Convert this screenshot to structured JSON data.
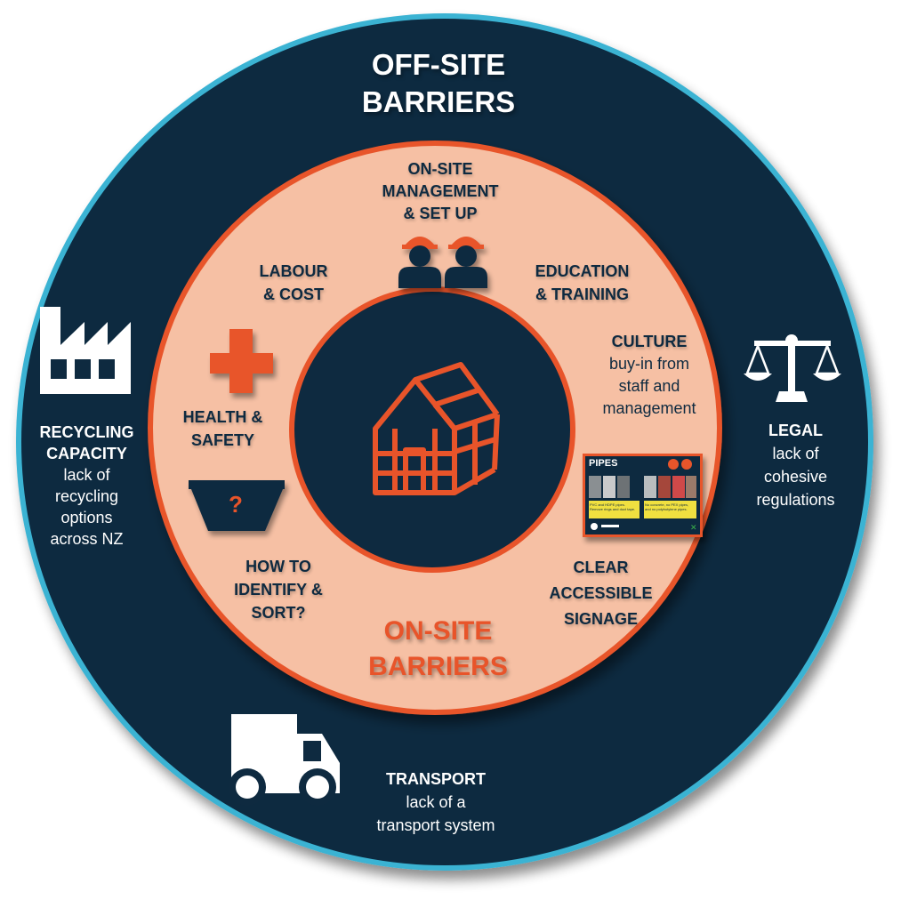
{
  "outer": {
    "title_line1": "OFF-SITE",
    "title_line2": "BARRIERS",
    "recycling": {
      "title_line1": "RECYCLING",
      "title_line2": "CAPACITY",
      "desc_line1": "lack of",
      "desc_line2": "recycling",
      "desc_line3": "options",
      "desc_line4": "across NZ",
      "icon": "factory-icon"
    },
    "legal": {
      "title": "LEGAL",
      "desc_line1": "lack of",
      "desc_line2": "cohesive",
      "desc_line3": "regulations",
      "icon": "scales-icon"
    },
    "transport": {
      "title": "TRANSPORT",
      "desc_line1": "lack of a",
      "desc_line2": "transport system",
      "icon": "truck-icon"
    }
  },
  "inner": {
    "title_line1": "ON-SITE",
    "title_line2": "BARRIERS",
    "management": {
      "line1": "ON-SITE",
      "line2": "MANAGEMENT",
      "line3": "& SET UP",
      "icon": "workers-icon"
    },
    "labour": {
      "line1": "LABOUR",
      "line2": "& COST"
    },
    "education": {
      "line1": "EDUCATION",
      "line2": "& TRAINING"
    },
    "culture": {
      "title": "CULTURE",
      "desc_line1": "buy-in from",
      "desc_line2": "staff and",
      "desc_line3": "management"
    },
    "health": {
      "line1": "HEALTH &",
      "line2": "SAFETY",
      "icon": "medical-cross-icon"
    },
    "identify": {
      "line1": "HOW TO",
      "line2": "IDENTIFY &",
      "line3": "SORT?",
      "icon": "skip-bin-icon",
      "icon_mark": "?"
    },
    "signage": {
      "line1": "CLEAR",
      "line2": "ACCESSIBLE",
      "line3": "SIGNAGE",
      "icon": "sign-icon"
    },
    "center_icon": "house-frame-icon"
  },
  "sign": {
    "title": "PIPES",
    "yes_text_1": "PVC and HDPE pipes.",
    "yes_text_2": "Remove rings and duct tape.",
    "no_text_1": "No concrete, no PEX pipes,",
    "no_text_2": "and no polybutylene pipes."
  },
  "colors": {
    "navy": "#0e2a40",
    "cyan_rim": "#3bb3d3",
    "peach": "#f6c0a4",
    "orange": "#e8542a",
    "sign_yellow": "#f0e040"
  }
}
